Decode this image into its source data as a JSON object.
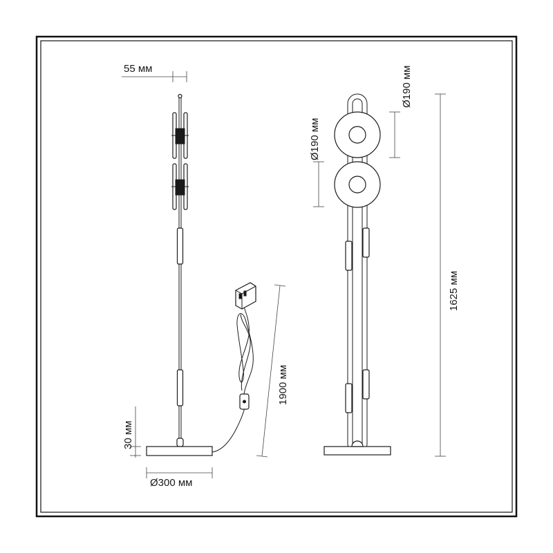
{
  "dimensions": {
    "head_width": "55 мм",
    "base_height": "30 мм",
    "base_diameter": "Ø300 мм",
    "cable_length": "1900 мм",
    "disc_upper": "Ø190 мм",
    "disc_lower": "Ø190 мм",
    "total_height": "1625 мм"
  }
}
